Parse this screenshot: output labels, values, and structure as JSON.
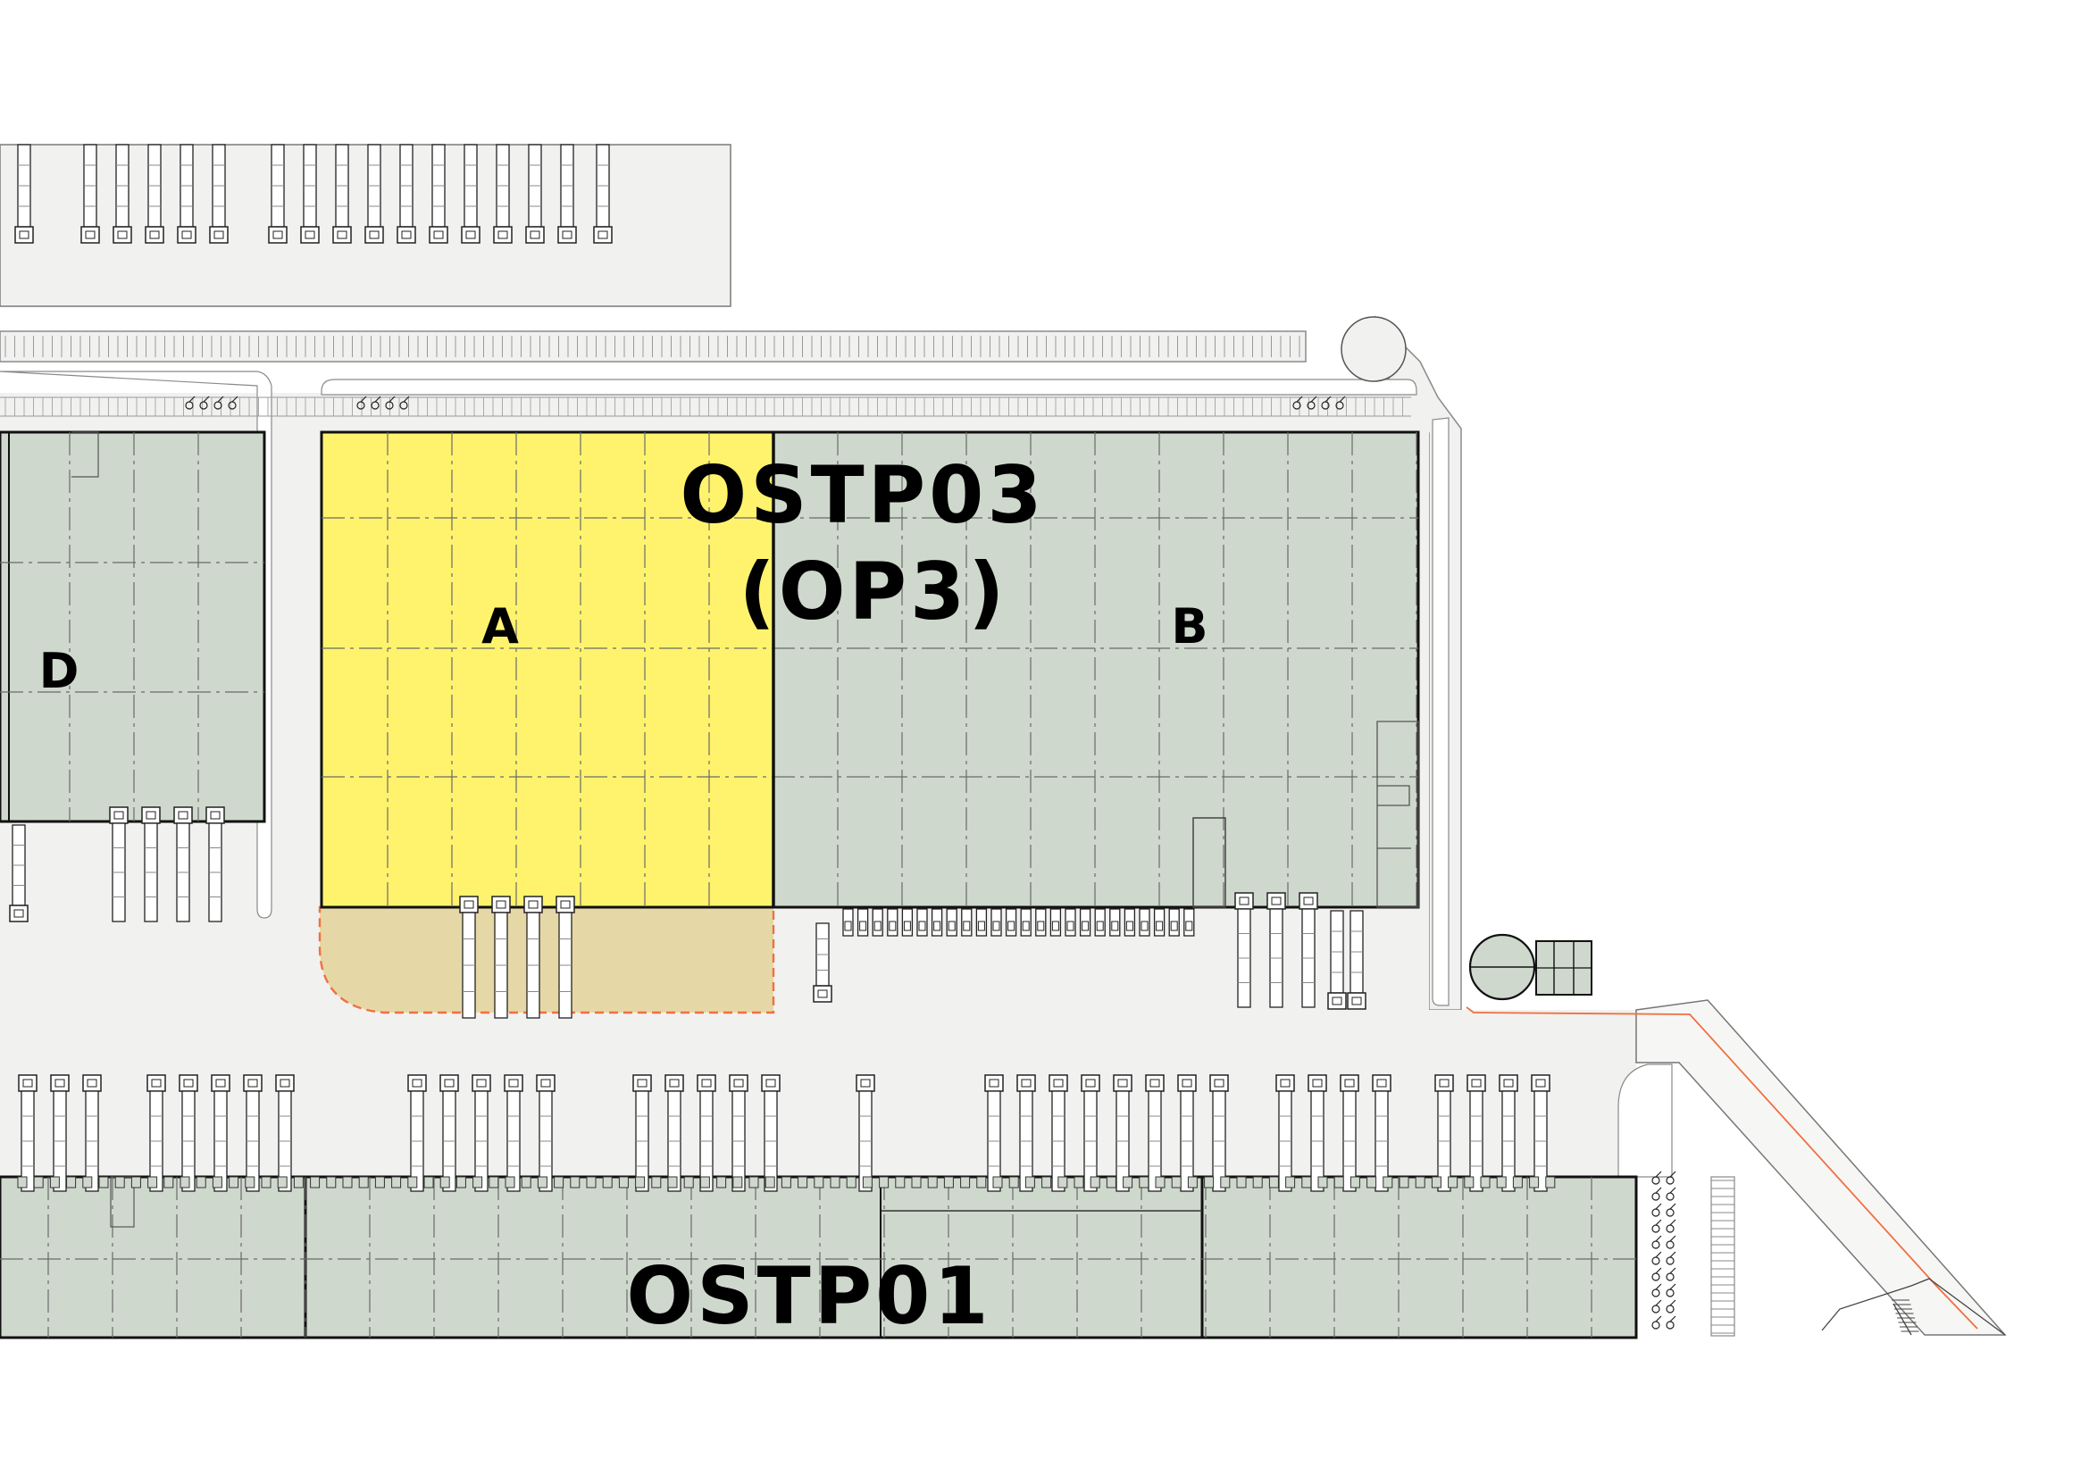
{
  "buildings": {
    "ostp03": {
      "title": "OSTP03",
      "subtitle": "(OP3)"
    },
    "ostp01": {
      "title": "OSTP01"
    }
  },
  "units": {
    "a": {
      "label": "A",
      "state": "highlighted"
    },
    "b": {
      "label": "B"
    },
    "d": {
      "label": "D"
    }
  },
  "colors": {
    "background": "#ffffff",
    "paving": "#f1f1f0",
    "building": "#cfd8cd",
    "unit_highlight": "#fff36e",
    "yard_highlight": "#e6d8a6",
    "boundary": "#f07040",
    "outline": "#111111"
  }
}
